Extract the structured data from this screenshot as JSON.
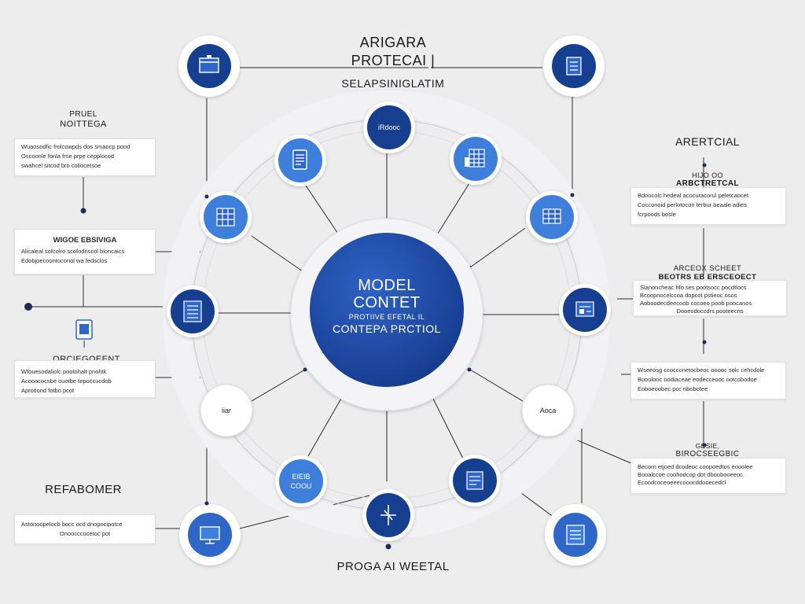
{
  "header": {
    "title_line1": "ARIGARA",
    "title_line2": "PROTECAI |",
    "subtitle": "SELAPSINIGLATIM"
  },
  "center": {
    "line1": "MODEL",
    "line2": "CONTET",
    "line3": "PROTIIVE EFETAL IL",
    "line4": "CONTEPA PRCTIOL"
  },
  "footer": {
    "label": "PROGA AI WEETAL"
  },
  "left_side": {
    "top_heading_line1": "PRUEL",
    "top_heading_line2": "NOITTEGA",
    "card1": [
      "Wuaosodfic frolcowpds dos smaocp pood",
      "Oscoonle fonla frse prpe cepplocod",
      "swahcel sitcod bro coliocetsoe"
    ],
    "card2_title": "WIGOE EBSIVIGA",
    "card2": [
      "Alicaleal sofcolro scofodnscol bloncaics",
      "Edobjoecoontoconol wa fedsclos"
    ],
    "card3_title": "ORCIEGOEENT",
    "card3": [
      "Wfouesodaliolc pootohalt pnohtk",
      "Acooacocsbe ouotbe tepoccucdob",
      "Aprotiond fotbo pcot"
    ],
    "bottom_heading": "REFABOMER",
    "card4": [
      "Astonoopelocb bocc ocd dnopocipotce",
      "Onoocccocetoc pot"
    ]
  },
  "right_side": {
    "top_heading": "ARERTCIAL",
    "card1_title_line1": "HIJO OO",
    "card1_title_line2": "ARBCTRETCAL",
    "card1": [
      "Bdoocolc hedeal acocuracorul peletcaocet",
      "Cocconoid perlotocon terbur beaale adies",
      "fcrpoods bosle"
    ],
    "card2_title_line1": "ARCEOX SCHEET",
    "card2_title_line2": "BEOTRS EB ERSCEOECT",
    "card2": [
      "Slanoncheac hfo ses pootsocc pocdtlocs",
      "Bcoopnocelccoa dopcot pstieoc osos",
      "Aoboodecdeecoob cocoeo poob poocanos",
      "Dooeodoccdrs pooteecns"
    ],
    "card3": [
      "Wseeosg ccocconetocbeoc ooooc solc cehcdole",
      "Booolooc oodiaceae eodecceooc ootcobodoe",
      "Eoboeoobec pcc nbobotee"
    ],
    "card4_title_line1": "GESIE,",
    "card4_title_line2": "BIROCSEEGBIC",
    "card4": [
      "Becorn etjoed dcodeoc coopoedtos eooolee",
      "Booalccoe coohodcop dot dboobooeeoc",
      "Ecoodcoceoeeecooocddooecedcl"
    ]
  },
  "ring_nodes": {
    "top": "iRdooc",
    "lower_left": "iiar",
    "lower_right": "Aoca",
    "bottom_left_line1": "EIEIB",
    "bottom_left_line2": "COOU"
  },
  "colors": {
    "background": "#ededee",
    "navy": "#163f8f",
    "medium_blue": "#3f7fdc",
    "accent_blue": "#2f67c9",
    "ring": "#f4f4f6",
    "line": "#2a2a2a"
  },
  "icons": {
    "corner_top_left": "folder-icon",
    "corner_top_right": "building-icon",
    "corner_bottom_left": "monitor-icon",
    "corner_bottom_right": "document-icon",
    "left_floating": "device-icon"
  }
}
